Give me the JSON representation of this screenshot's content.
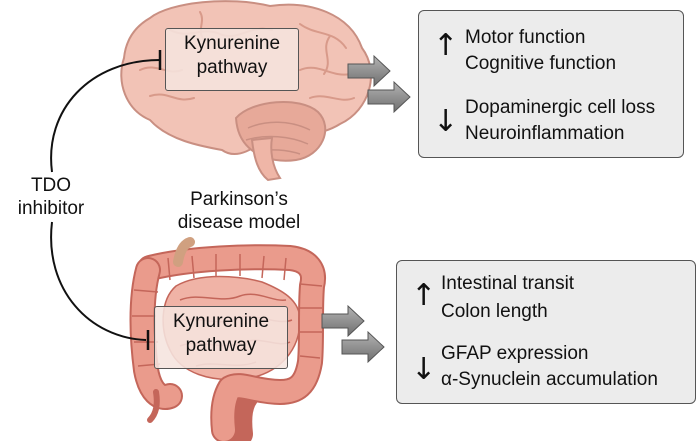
{
  "inhibitor": {
    "line1": "TDO",
    "line2": "inhibitor"
  },
  "model_label": {
    "line1": "Parkinson’s",
    "line2": "disease model"
  },
  "brain": {
    "pathway": {
      "line1": "Kynurenine",
      "line2": "pathway"
    },
    "increased": [
      "Motor function",
      "Cognitive function"
    ],
    "decreased": [
      "Dopaminergic cell loss",
      "Neuroinflammation"
    ]
  },
  "gut": {
    "pathway": {
      "line1": "Kynurenine",
      "line2": "pathway"
    },
    "increased": [
      "Intestinal transit",
      "Colon length"
    ],
    "decreased": [
      "GFAP expression",
      "α-Synuclein accumulation"
    ]
  },
  "icons": {
    "up": "↑",
    "down": "↓",
    "brain": "brain-illustration",
    "intestine": "intestine-illustration"
  },
  "colors": {
    "brain_fill": "#f2c3b6",
    "brain_stroke": "#c98f82",
    "gut_fill": "#ea9b8c",
    "gut_stroke": "#c4665a",
    "box_fill": "#ececec",
    "arrow_fill": "#8a8a8a"
  }
}
